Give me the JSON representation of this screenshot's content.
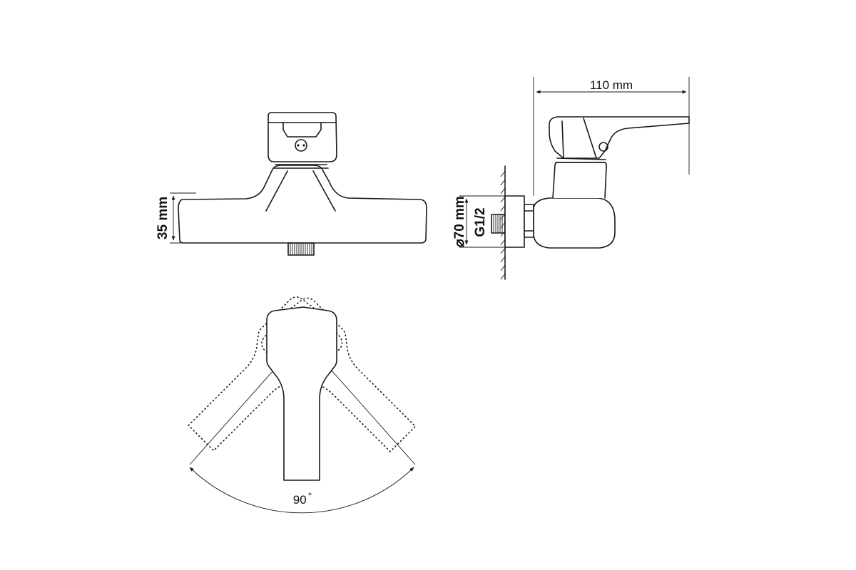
{
  "dimensions": {
    "depth": "110 mm",
    "height": "35 mm",
    "diameter": "70 mm",
    "thread": "G1/2",
    "rotation": "90"
  },
  "symbols": {
    "diameter": "⌀",
    "degree": "°"
  }
}
